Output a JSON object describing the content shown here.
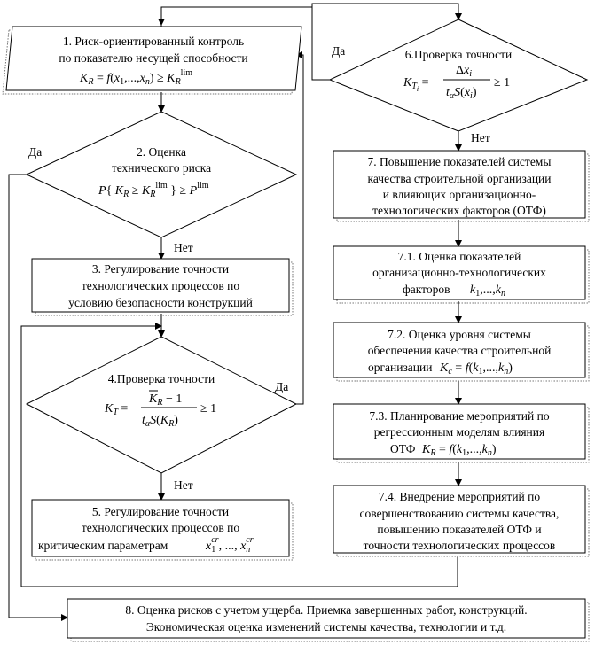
{
  "diagram": {
    "nodes": {
      "n1": {
        "line1": "1. Риск-ориентированный контроль",
        "line2": "по показателю несущей способности"
      },
      "n2": {
        "line1": "2. Оценка",
        "line2": "технического риска"
      },
      "n3": {
        "line1": "3. Регулирование точности",
        "line2": "технологических процессов по",
        "line3": "условию безопасности конструкций"
      },
      "n4": {
        "line1": "4.Проверка точности"
      },
      "n5": {
        "line1": "5. Регулирование точности",
        "line2": "технологических процессов по",
        "line3": "критическим параметрам"
      },
      "n6": {
        "line1": "6.Проверка точности"
      },
      "n7": {
        "line1": "7. Повышение показателей системы",
        "line2": "качества строительной организации",
        "line3": "и влияющих организационно-",
        "line4": "технологических факторов (ОТФ)"
      },
      "n71": {
        "line1": "7.1. Оценка показателей",
        "line2": "организационно-технологических",
        "line3": "факторов"
      },
      "n72": {
        "line1": "7.2. Оценка уровня системы",
        "line2": "обеспечения качества строительной",
        "line3": "организации"
      },
      "n73": {
        "line1": "7.3. Планирование мероприятий по",
        "line2": "регрессионным моделям влияния",
        "line3": "ОТФ"
      },
      "n74": {
        "line1": "7.4. Внедрение мероприятий по",
        "line2": "совершенствованию системы качества,",
        "line3": "повышению показателей ОТФ и",
        "line4": "точности технологических процессов"
      },
      "n8": {
        "line1": "8. Оценка рисков с учетом ущерба. Приемка завершенных работ, конструкций.",
        "line2": "Экономическая оценка изменений системы качества, технологии и т.д."
      }
    },
    "edge_labels": {
      "yes": "Да",
      "no": "Нет"
    }
  }
}
